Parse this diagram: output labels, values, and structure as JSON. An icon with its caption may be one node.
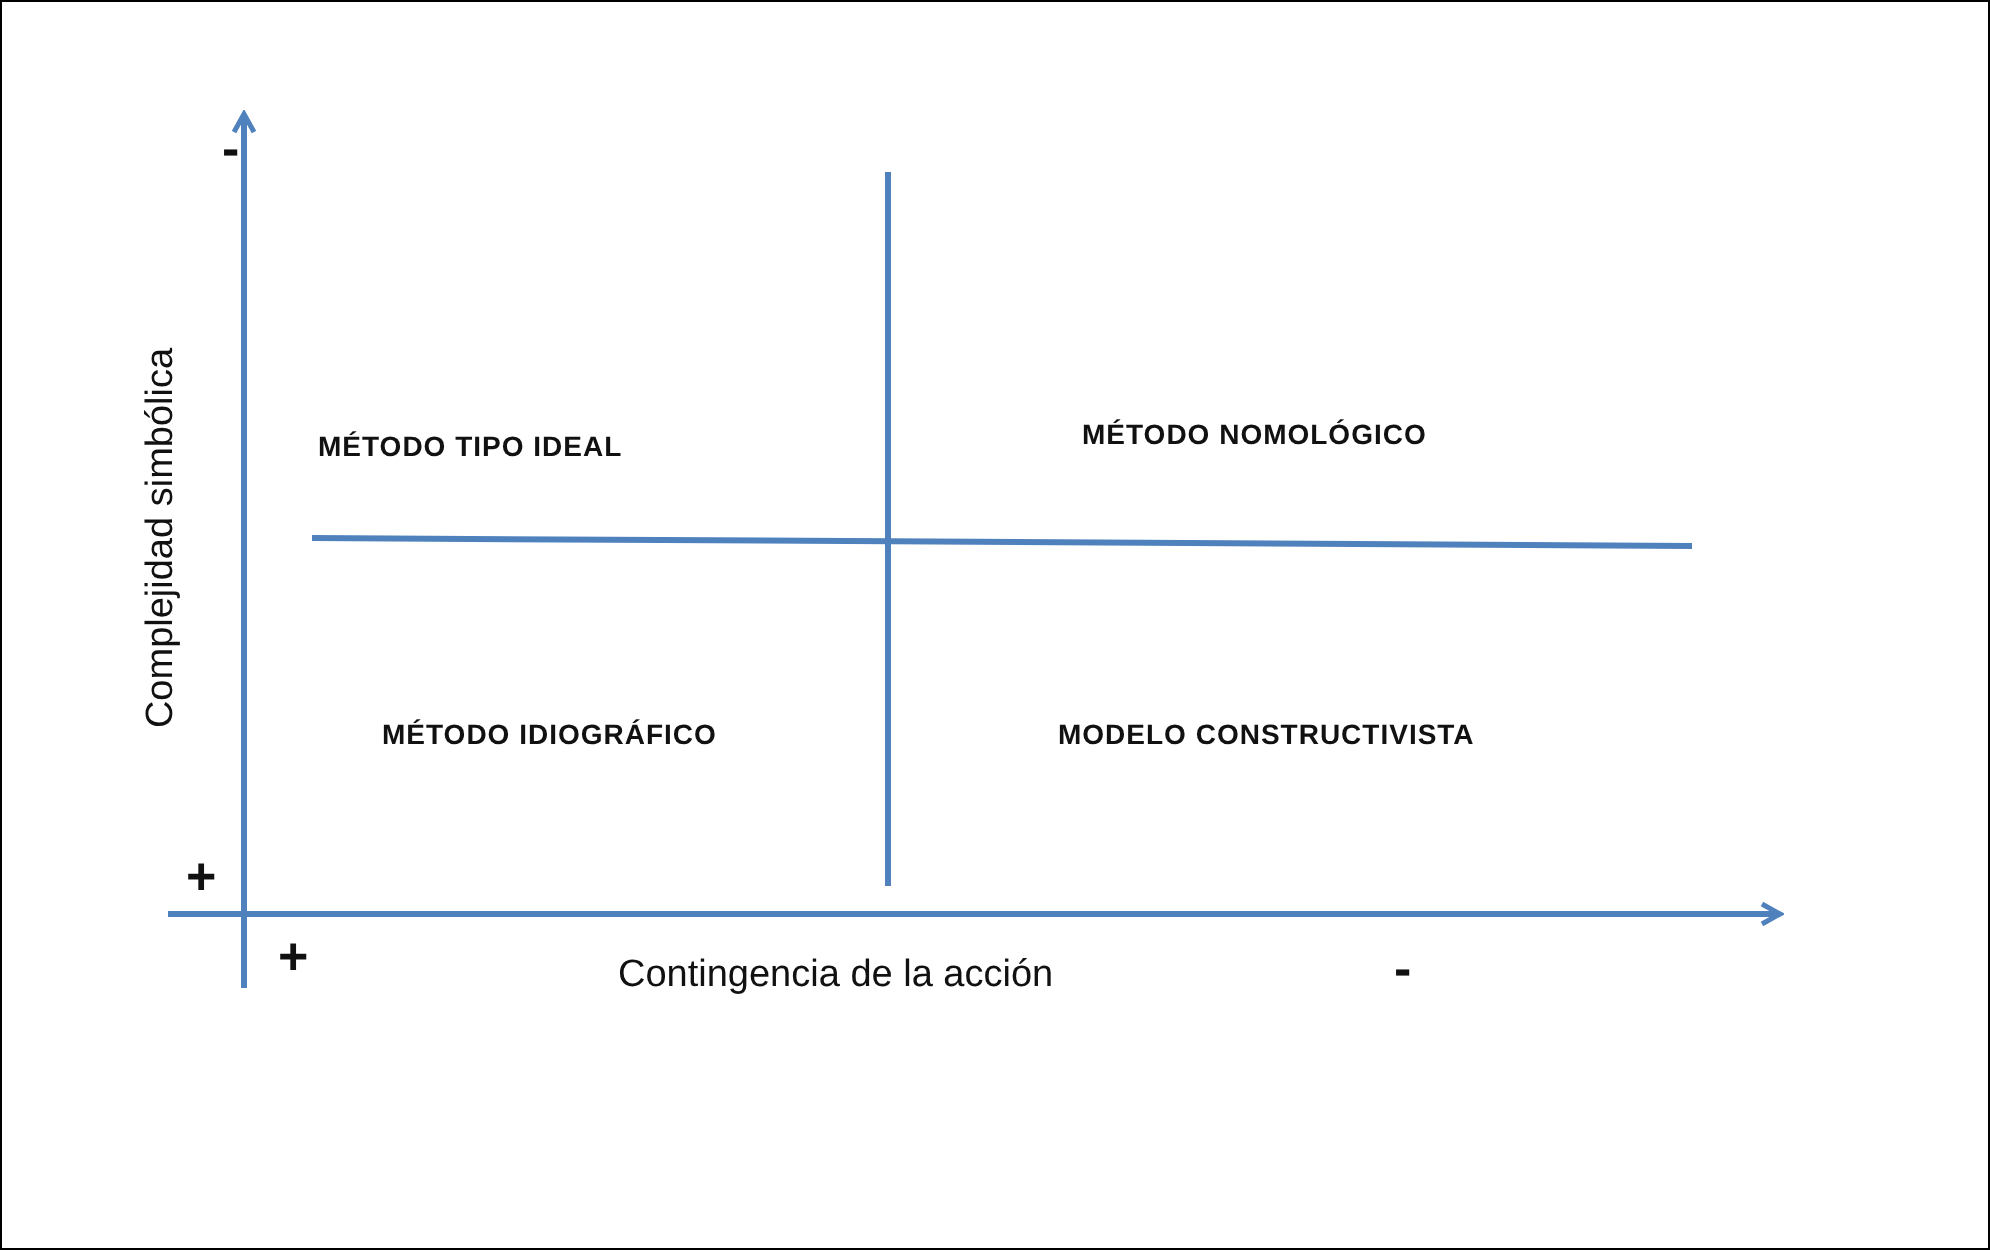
{
  "diagram": {
    "labels": [
      "-",
      "Complejidad simbólica",
      "MÉTODO TIPO IDEAL",
      "MÉTODO NOMOLÓGICO",
      "MÉTODO IDIOGRÁFICO",
      "MODELO CONSTRUCTIVISTA",
      "+",
      "+",
      "Contingencia de la acción",
      "-"
    ]
  }
}
